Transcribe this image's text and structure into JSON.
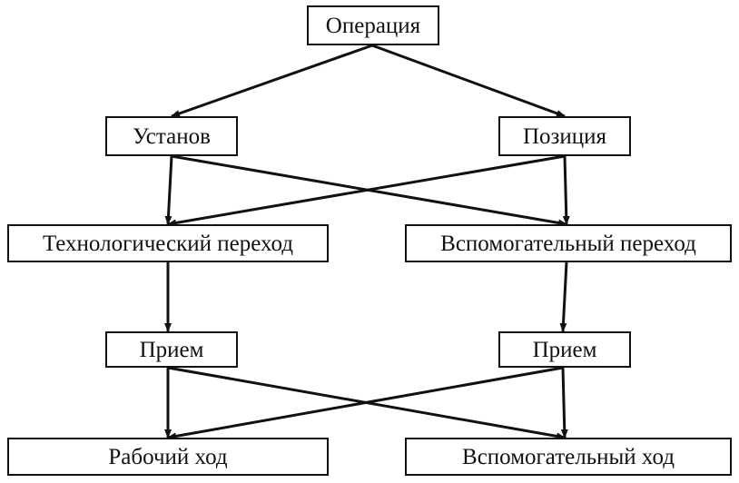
{
  "diagram": {
    "nodes": {
      "operation": "Операция",
      "ustanov": "Установ",
      "position": "Позиция",
      "tech_transition": "Технологический переход",
      "aux_transition": "Вспомогательный переход",
      "priem_left": "Прием",
      "priem_right": "Прием",
      "working_move": "Рабочий ход",
      "aux_move": "Вспомогательный ход"
    },
    "edges": [
      {
        "from": "operation",
        "to": "ustanov"
      },
      {
        "from": "operation",
        "to": "position"
      },
      {
        "from": "ustanov",
        "to": "tech_transition"
      },
      {
        "from": "ustanov",
        "to": "aux_transition"
      },
      {
        "from": "position",
        "to": "tech_transition"
      },
      {
        "from": "position",
        "to": "aux_transition"
      },
      {
        "from": "tech_transition",
        "to": "priem_left"
      },
      {
        "from": "aux_transition",
        "to": "priem_right"
      },
      {
        "from": "priem_left",
        "to": "working_move"
      },
      {
        "from": "priem_left",
        "to": "aux_move"
      },
      {
        "from": "priem_right",
        "to": "working_move"
      },
      {
        "from": "priem_right",
        "to": "aux_move"
      }
    ],
    "colors": {
      "line": "#111111",
      "background": "#ffffff"
    }
  }
}
